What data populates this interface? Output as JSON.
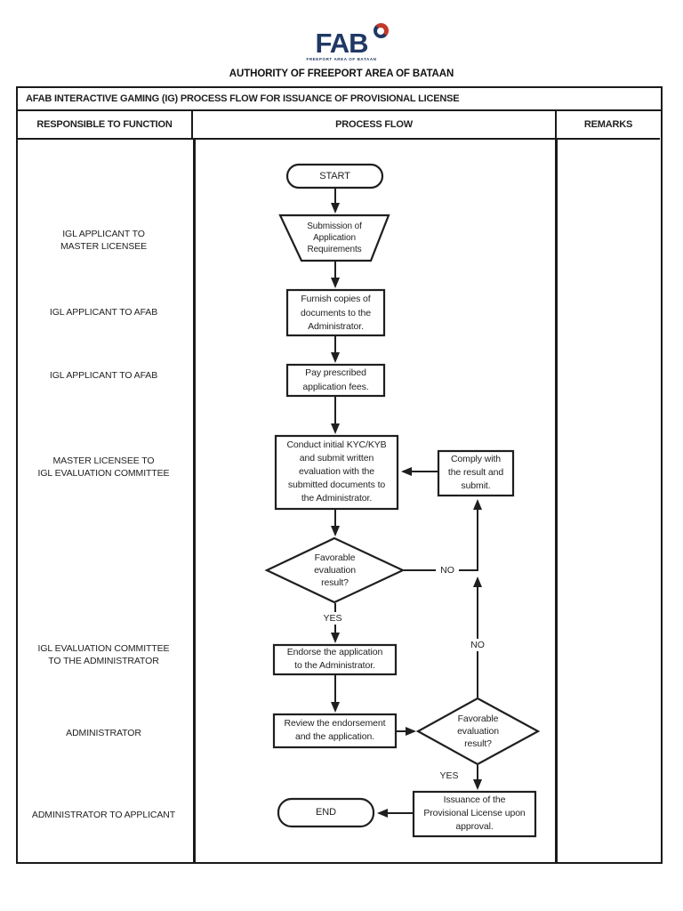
{
  "logo": {
    "acronym": "FAB",
    "tagline": "FREEPORT AREA OF BATAAN",
    "org_name": "AUTHORITY OF FREEPORT AREA OF BATAAN",
    "colors": {
      "navy": "#1f3864",
      "red": "#c0392b"
    }
  },
  "table": {
    "title": "AFAB INTERACTIVE GAMING (IG) PROCESS FLOW FOR ISSUANCE OF PROVISIONAL LICENSE",
    "columns": [
      {
        "label": "RESPONSIBLE TO FUNCTION"
      },
      {
        "label": "PROCESS FLOW"
      },
      {
        "label": "REMARKS"
      }
    ]
  },
  "lanes": [
    {
      "label": "IGL APPLICANT TO\nMASTER LICENSEE"
    },
    {
      "label": "IGL APPLICANT TO AFAB"
    },
    {
      "label": "IGL APPLICANT TO AFAB"
    },
    {
      "label": "MASTER LICENSEE TO\nIGL EVALUATION COMMITTEE"
    },
    {
      "label": "IGL EVALUATION COMMITTEE\nTO THE ADMINISTRATOR"
    },
    {
      "label": "ADMINISTRATOR"
    },
    {
      "label": "ADMINISTRATOR TO APPLICANT"
    }
  ],
  "flow": {
    "start": "START",
    "submission": "Submission of\nApplication\nRequirements",
    "furnish": "Furnish copies of\ndocuments to the\nAdministrator.",
    "pay": "Pay prescribed\napplication fees.",
    "kyc": "Conduct initial KYC/KYB\nand submit written\nevaluation with the\nsubmitted documents to\nthe Administrator.",
    "comply": "Comply with\nthe result and\nsubmit.",
    "decision1": "Favorable\nevaluation\nresult?",
    "endorse": "Endorse the application\nto the Administrator.",
    "review": "Review the endorsement\nand the application.",
    "decision2": "Favorable\nevaluation\nresult?",
    "issuance": "Issuance of the\nProvisional License upon\napproval.",
    "end": "END",
    "branch_labels": {
      "yes1": "YES",
      "no1": "NO",
      "no2": "NO",
      "yes2": "YES"
    }
  }
}
